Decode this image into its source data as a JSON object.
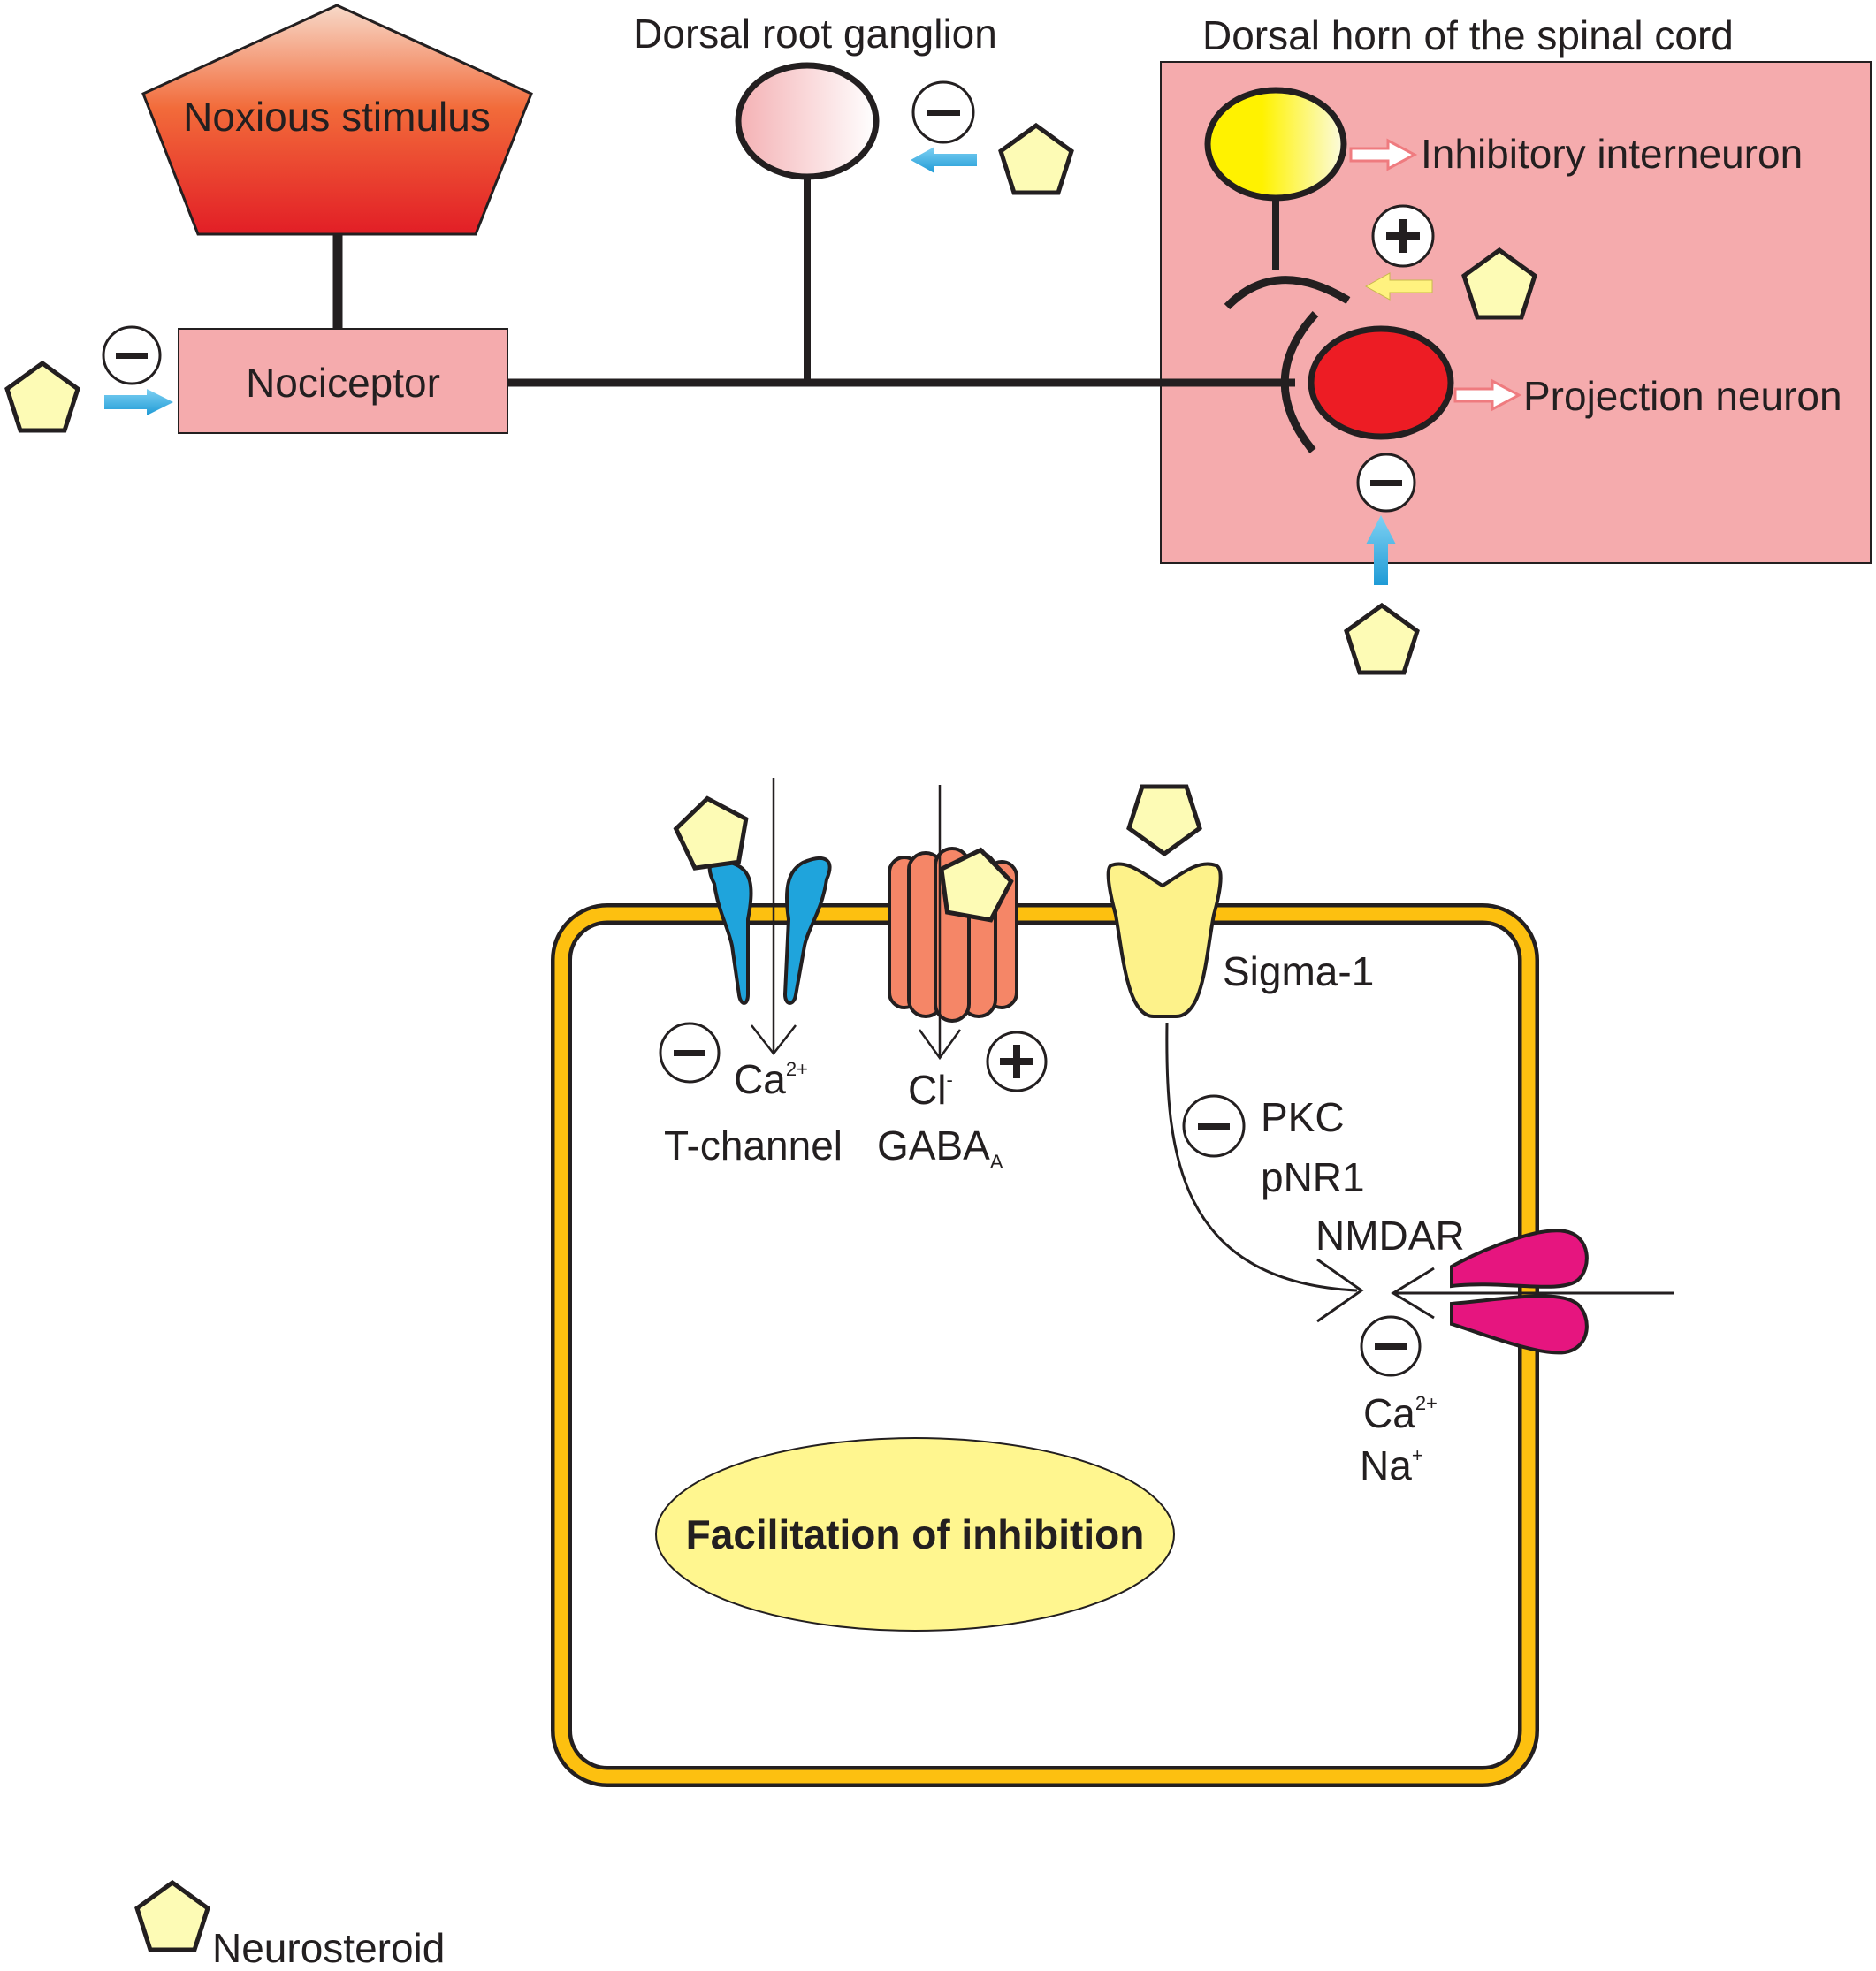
{
  "labels": {
    "noxious_stimulus": "Noxious stimulus",
    "nociceptor": "Nociceptor",
    "dorsal_root_ganglion": "Dorsal root ganglion",
    "dorsal_horn": "Dorsal horn of the spinal cord",
    "inhibitory_interneuron": "Inhibitory interneuron",
    "projection_neuron": "Projection neuron",
    "sigma1": "Sigma-1",
    "t_channel": "T-channel",
    "gaba_main": "GABA",
    "gaba_sub": "A",
    "ca_ion": "Ca",
    "ca_charge": "2+",
    "cl_ion": "Cl",
    "cl_charge": "-",
    "na_ion": "Na",
    "na_charge": "+",
    "pkc": "PKC",
    "pnr1": "pNR1",
    "nmdar": "NMDAR",
    "facilitation": "Facilitation of inhibition",
    "legend": "Neurosteroid"
  },
  "colors": {
    "stimulus_light": "#f7d9c9",
    "stimulus_mid": "#f26b3a",
    "stimulus_dark": "#e21e26",
    "nociceptor_fill": "#f5abad",
    "dorsal_horn_fill": "#f5abad",
    "drg_light": "#ffffff",
    "drg_dark": "#f4b1b4",
    "interneuron_light": "#fbfbe0",
    "interneuron_dark": "#fff200",
    "projection_neuron": "#ed1c24",
    "neurosteroid": "#fdfbb5",
    "blue_arrow": "#27a9e1",
    "yellow_arrow": "#fff27f",
    "t_channel": "#1fa4dc",
    "gaba_channel": "#f58667",
    "sigma1": "#fdf28a",
    "nmdar": "#e6157f",
    "membrane": "#fdc010",
    "facilitation_fill": "#fff68f",
    "line": "#231f20"
  },
  "signs": {
    "minus": "−",
    "plus": "+"
  }
}
